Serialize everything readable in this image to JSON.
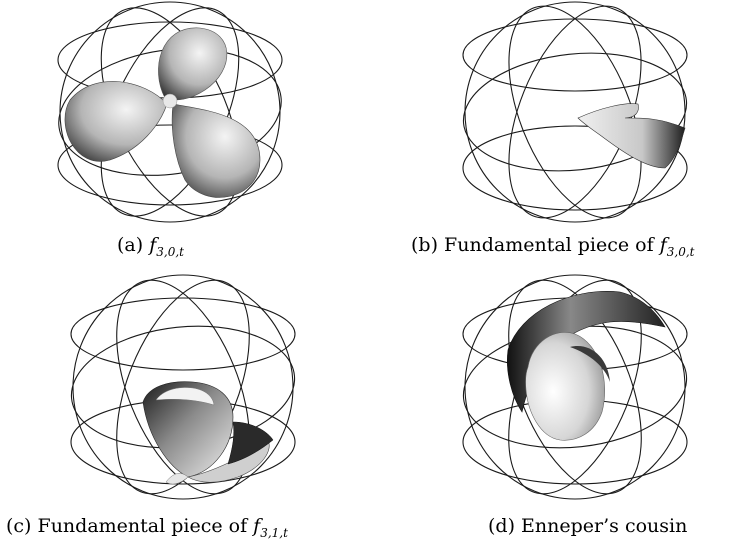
{
  "figure": {
    "panels": [
      {
        "id": "a",
        "prefix": "(a)",
        "text": "",
        "math_base": "f",
        "math_sub": "3,0,t"
      },
      {
        "id": "b",
        "prefix": "(b)",
        "text": "Fundamental piece of",
        "math_base": "f",
        "math_sub": "3,0,t"
      },
      {
        "id": "c",
        "prefix": "(c)",
        "text": "Fundamental piece of",
        "math_base": "f",
        "math_sub": "3,1,t"
      },
      {
        "id": "d",
        "prefix": "(d)",
        "text": "Enneper’s cousin",
        "math_base": "",
        "math_sub": ""
      }
    ]
  }
}
